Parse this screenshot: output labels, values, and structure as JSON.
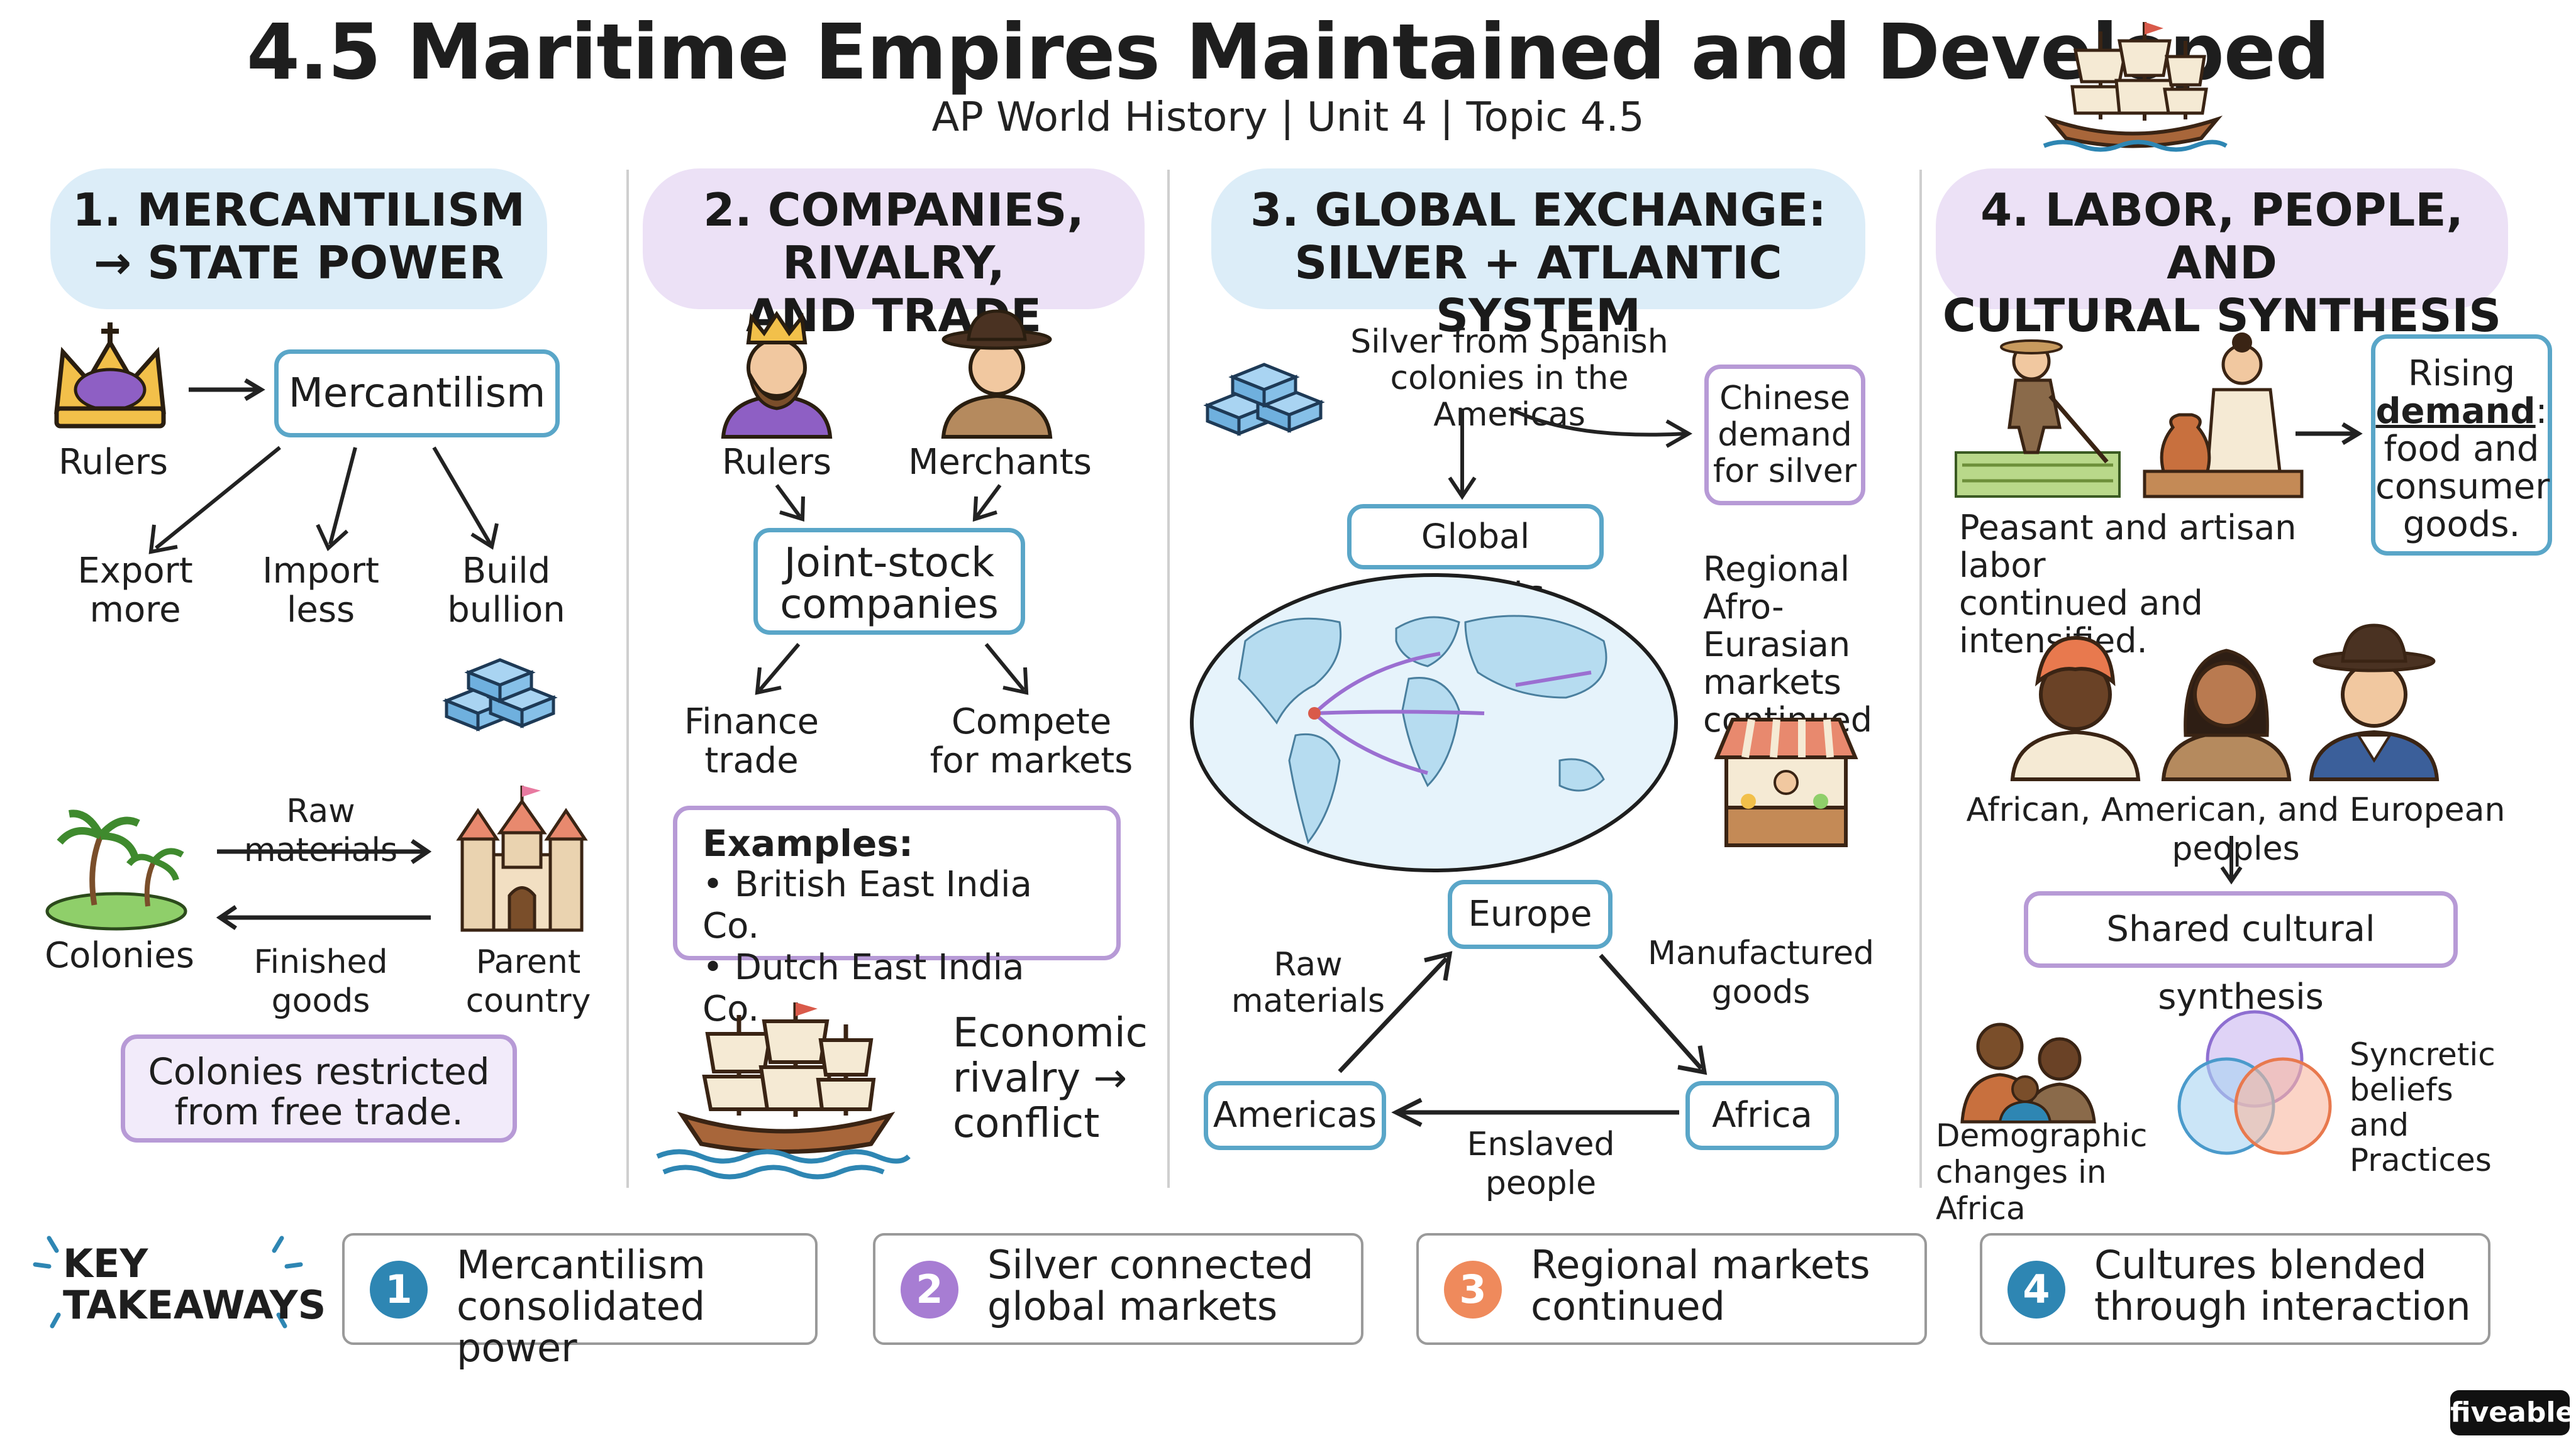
{
  "title": "4.5 Maritime Empires Maintained and Developed",
  "subtitle": "AP World History   |   Unit 4   |   Topic 4.5",
  "sections": {
    "s1": {
      "header_line1": "1.  MERCANTILISM",
      "header_line2": "→ STATE POWER",
      "rulers": "Rulers",
      "mercantilism": "Mercantilism",
      "export_1": "Export",
      "export_2": "more",
      "import_1": "Import",
      "import_2": "less",
      "build_1": "Build",
      "build_2": "bullion",
      "raw_materials": "Raw materials",
      "colonies": "Colonies",
      "finished_goods": "Finished goods",
      "parent_country": "Parent country",
      "note_1": "Colonies restricted",
      "note_2": "from free trade."
    },
    "s2": {
      "header_line1": "2.  COMPANIES, RIVALRY,",
      "header_line2": "AND TRADE",
      "rulers": "Rulers",
      "merchants": "Merchants",
      "jsc_1": "Joint-stock",
      "jsc_2": "companies",
      "finance_1": "Finance",
      "finance_2": "trade",
      "compete_1": "Compete",
      "compete_2": "for markets",
      "examples_title": "Examples:",
      "example_1": "•  British East India Co.",
      "example_2": "•  Dutch East India Co.",
      "rivalry_1": "Economic",
      "rivalry_2": "rivalry →",
      "rivalry_3": "conflict"
    },
    "s3": {
      "header_line1": "3.  GLOBAL EXCHANGE:",
      "header_line2": "SILVER + ATLANTIC SYSTEM",
      "silver_1": "Silver from Spanish",
      "silver_2": "colonies in the Americas",
      "chinese_1": "Chinese",
      "chinese_2": "demand",
      "chinese_3": "for silver",
      "global_markets": "Global markets",
      "regional_1": "Regional",
      "regional_2": "Afro-Eurasian",
      "regional_3": "markets",
      "regional_4": "continued",
      "europe": "Europe",
      "raw_1": "Raw",
      "raw_2": "materials",
      "manuf_1": "Manufactured",
      "manuf_2": "goods",
      "americas": "Americas",
      "africa": "Africa",
      "enslaved": "Enslaved people"
    },
    "s4": {
      "header_line1": "4.  LABOR, PEOPLE, AND",
      "header_line2": "CULTURAL SYNTHESIS",
      "rising_1": "Rising",
      "rising_2": "demand",
      "rising_3": "food and",
      "rising_4": "consumer",
      "rising_5": "goods.",
      "labor_1": "Peasant and artisan labor",
      "labor_2": "continued and intensified.",
      "peoples": "African, American, and European peoples",
      "synthesis": "Shared cultural synthesis",
      "demo_1": "Demographic",
      "demo_2": "changes in Africa",
      "syncretic_1": "Syncretic beliefs",
      "syncretic_2": "and",
      "syncretic_3": "Practices"
    }
  },
  "takeaways": {
    "label_1": "KEY",
    "label_2": "TAKEAWAYS",
    "items": [
      {
        "num": "1",
        "line1": "Mercantilism",
        "line2": "consolidated power",
        "color": "#2e86b3"
      },
      {
        "num": "2",
        "line1": "Silver connected",
        "line2": "global markets",
        "color": "#a77dd3"
      },
      {
        "num": "3",
        "line1": "Regional markets",
        "line2": "continued",
        "color": "#ef8a5c"
      },
      {
        "num": "4",
        "line1": "Cultures blended",
        "line2": "through interaction",
        "color": "#2e86b3"
      }
    ]
  },
  "brand": "fiveable",
  "colors": {
    "blue_border": "#5aa6c8",
    "purple_border": "#b79ad6",
    "blue_fill": "#dcedf8",
    "purple_fill": "#ece1f6"
  }
}
